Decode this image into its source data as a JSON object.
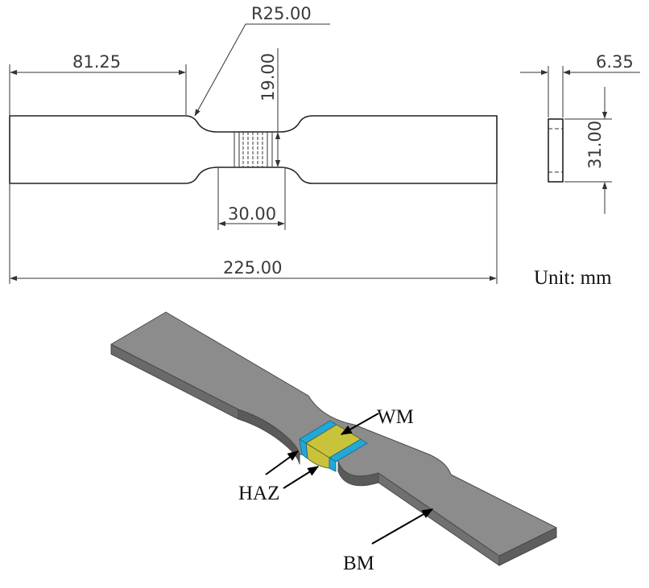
{
  "dimensions": {
    "radius": "R25.00",
    "grip_length": "81.25",
    "gauge_width": "19.00",
    "weld_length": "30.00",
    "total_length": "225.00",
    "thickness": "6.35",
    "grip_width": "31.00"
  },
  "unit_label": "Unit: mm",
  "zones": {
    "weld_metal": "WM",
    "heat_affected_zone": "HAZ",
    "base_metal": "BM"
  },
  "colors": {
    "specimen_top": "#8c8c8c",
    "specimen_side": "#6e6e6e",
    "specimen_edge": "#5a5a5a",
    "weld_metal": "#c9c33c",
    "haz": "#22a8d8"
  }
}
